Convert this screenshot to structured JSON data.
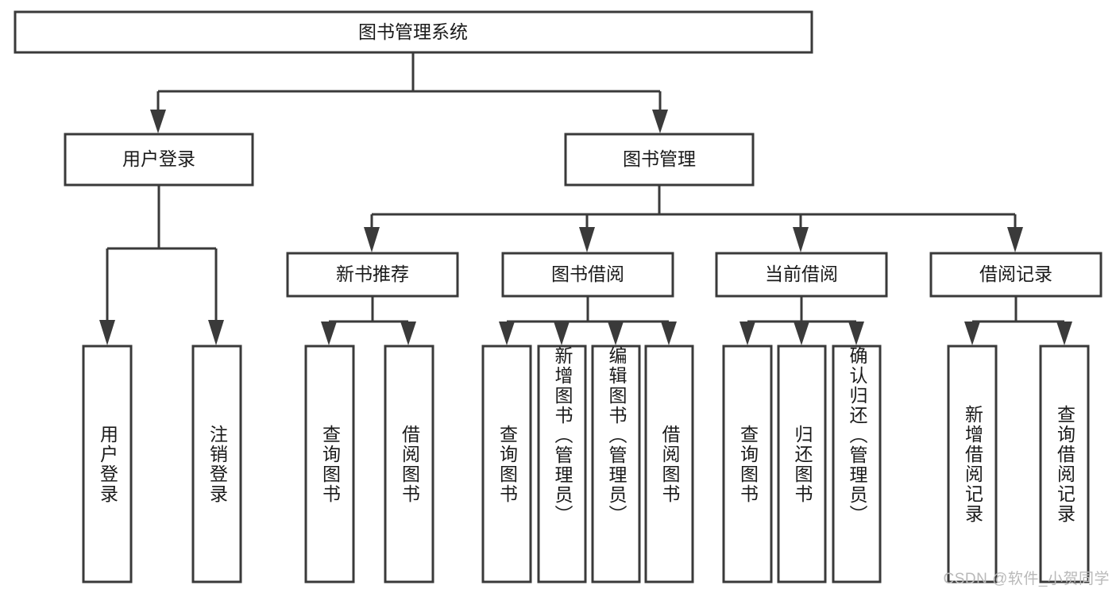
{
  "diagram": {
    "title": "图书管理系统",
    "type": "functional-structure-tree",
    "root": {
      "id": "root",
      "label": "图书管理系统",
      "orientation": "horizontal"
    },
    "level2": [
      {
        "id": "user-login",
        "label": "用户登录",
        "orientation": "horizontal"
      },
      {
        "id": "book-manage",
        "label": "图书管理",
        "orientation": "horizontal"
      }
    ],
    "level3": [
      {
        "id": "new-book-recommend",
        "label": "新书推荐",
        "parent": "book-manage",
        "orientation": "horizontal"
      },
      {
        "id": "book-borrow",
        "label": "图书借阅",
        "parent": "book-manage",
        "orientation": "horizontal"
      },
      {
        "id": "current-borrow",
        "label": "当前借阅",
        "parent": "book-manage",
        "orientation": "horizontal"
      },
      {
        "id": "borrow-record",
        "label": "借阅记录",
        "parent": "book-manage",
        "orientation": "horizontal"
      }
    ],
    "leaves": [
      {
        "id": "leaf-user-login",
        "label": "用户登录",
        "parent": "user-login",
        "orientation": "vertical"
      },
      {
        "id": "leaf-logout",
        "label": "注销登录",
        "parent": "user-login",
        "orientation": "vertical"
      },
      {
        "id": "leaf-query-book-1",
        "label": "查询图书",
        "parent": "new-book-recommend",
        "orientation": "vertical"
      },
      {
        "id": "leaf-borrow-book-1",
        "label": "借阅图书",
        "parent": "new-book-recommend",
        "orientation": "vertical"
      },
      {
        "id": "leaf-query-book-2",
        "label": "查询图书",
        "parent": "book-borrow",
        "orientation": "vertical"
      },
      {
        "id": "leaf-add-book",
        "label": "新增图书（管理员）",
        "parent": "book-borrow",
        "orientation": "vertical"
      },
      {
        "id": "leaf-edit-book",
        "label": "编辑图书（管理员）",
        "parent": "book-borrow",
        "orientation": "vertical"
      },
      {
        "id": "leaf-borrow-book-2",
        "label": "借阅图书",
        "parent": "book-borrow",
        "orientation": "vertical"
      },
      {
        "id": "leaf-query-book-3",
        "label": "查询图书",
        "parent": "current-borrow",
        "orientation": "vertical"
      },
      {
        "id": "leaf-return-book",
        "label": "归还图书",
        "parent": "current-borrow",
        "orientation": "vertical"
      },
      {
        "id": "leaf-confirm-return",
        "label": "确认归还（管理员）",
        "parent": "current-borrow",
        "orientation": "vertical"
      },
      {
        "id": "leaf-add-record",
        "label": "新增借阅记录",
        "parent": "borrow-record",
        "orientation": "vertical"
      },
      {
        "id": "leaf-query-record",
        "label": "查询借阅记录",
        "parent": "borrow-record",
        "orientation": "vertical"
      }
    ],
    "watermark": "CSDN @软件_小贺同学",
    "colors": {
      "stroke": "#3a3a3a",
      "fill": "#ffffff",
      "text": "#1a1a1a",
      "watermark": "#b9b9b9"
    }
  }
}
